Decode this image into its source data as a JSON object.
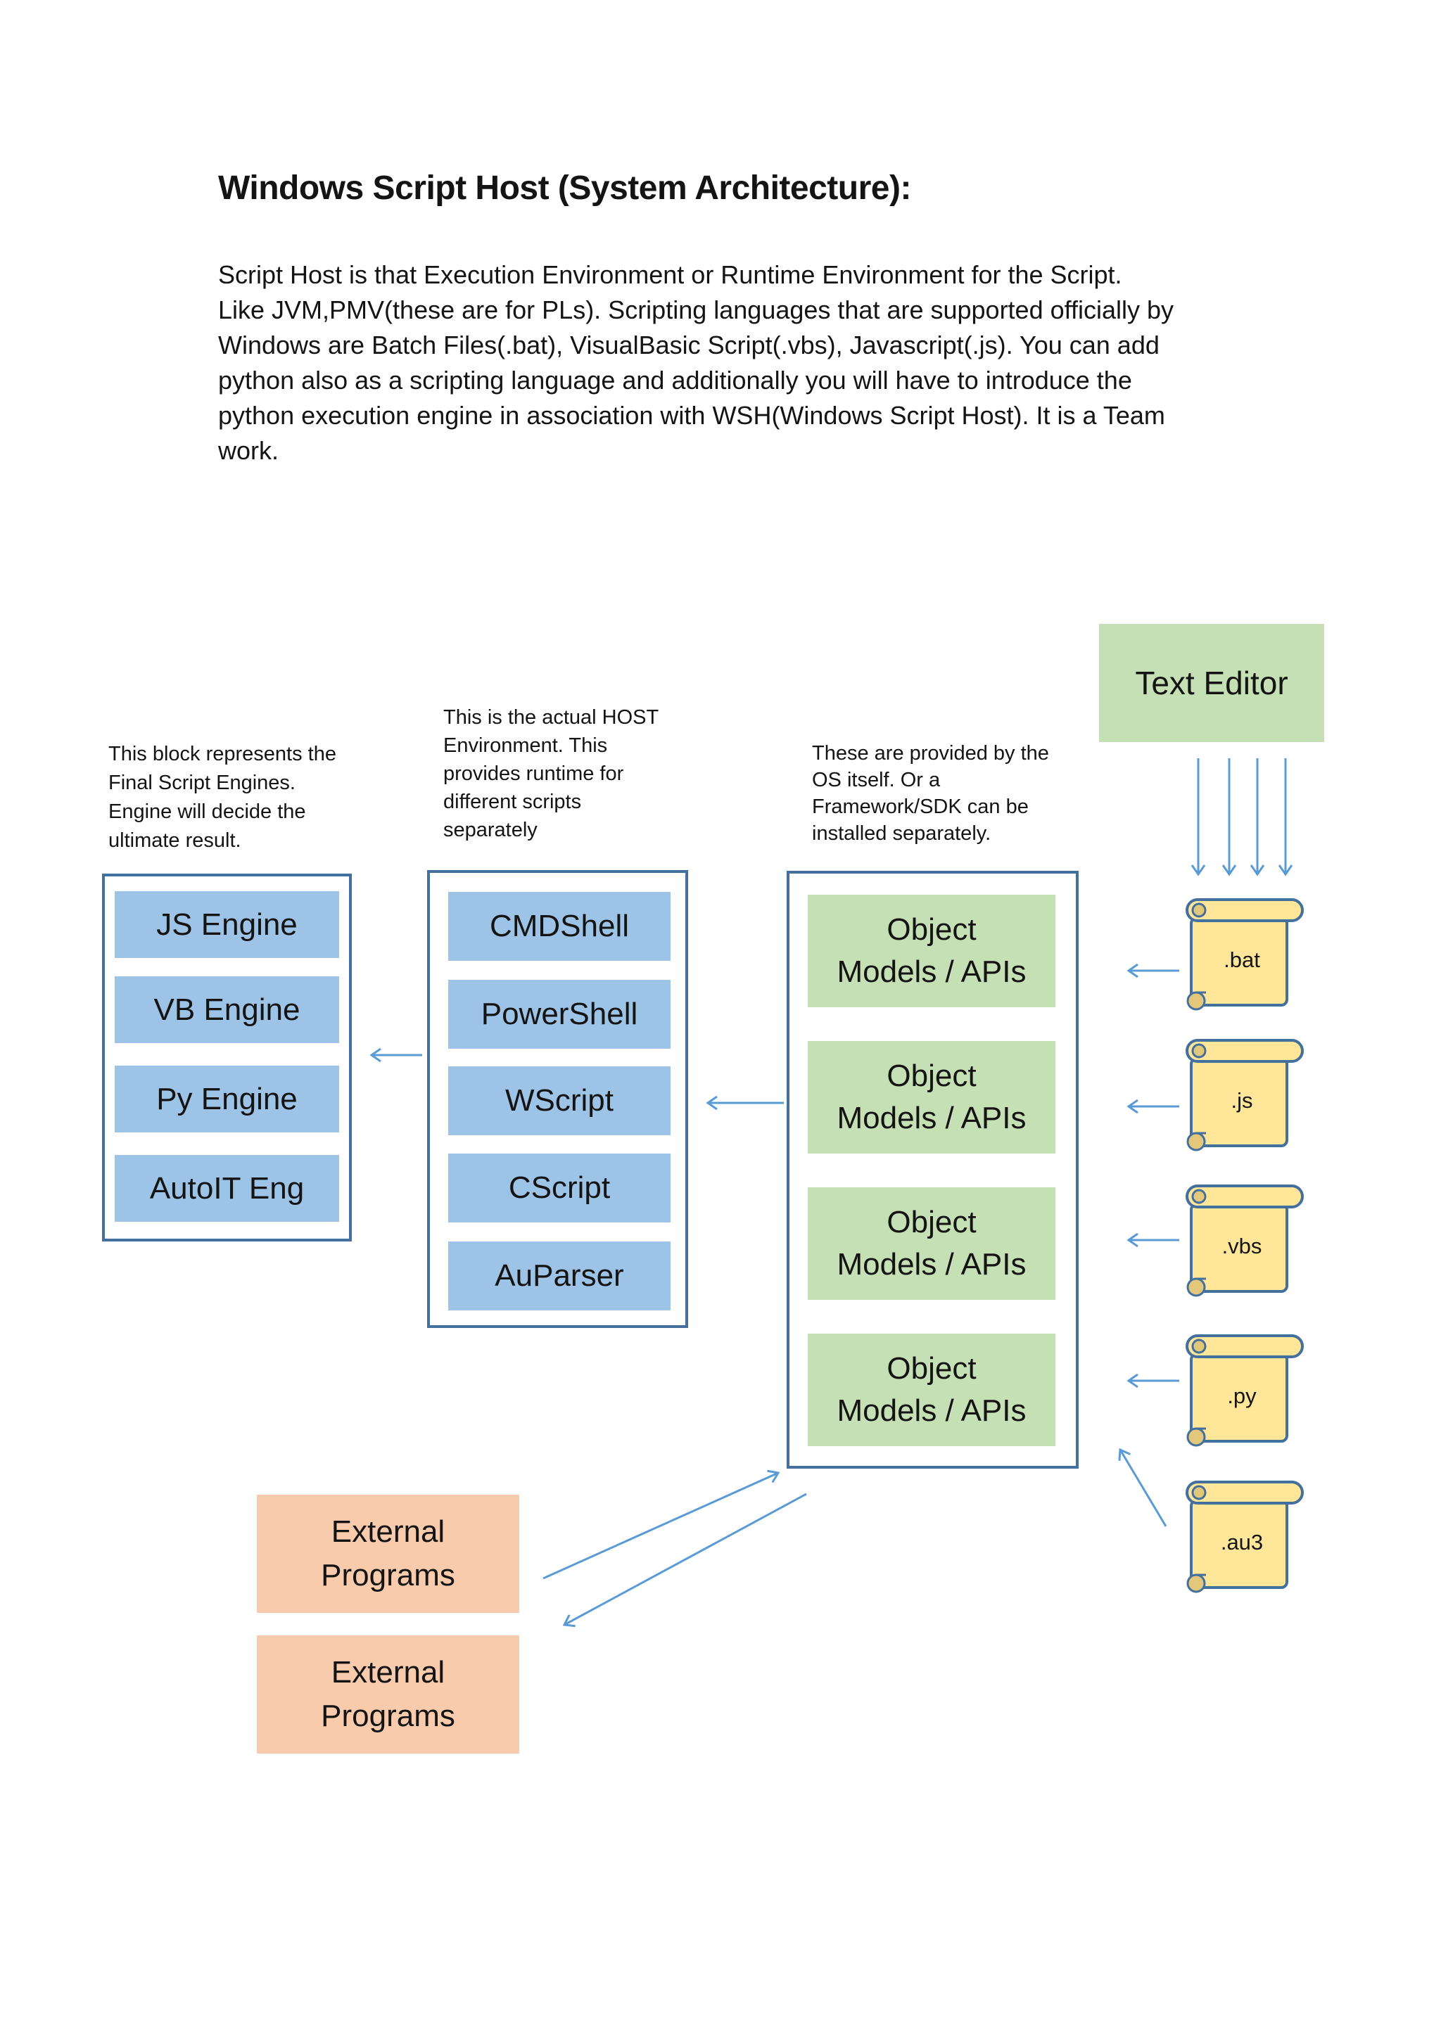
{
  "doc": {
    "title": "Windows Script Host (System Architecture):",
    "paragraph": "Script Host is that Execution Environment or Runtime Environment for the Script.\nLike JVM,PMV(these are for PLs). Scripting languages that are supported officially by\nWindows are Batch Files(.bat), VisualBasic Script(.vbs), Javascript(.js). You can add\npython also as a scripting language and additionally you will have to introduce the\npython execution engine in association with WSH(Windows Script Host). It is a Team\nwork."
  },
  "annotations": {
    "script_engines": "This block represents the\nFinal Script Engines.\nEngine will decide the\nultimate result.",
    "host_environment": "This is the actual HOST\nEnvironment. This\nprovides runtime for\ndifferent scripts\nseparately",
    "os_provided": "These are provided by the\nOS itself. Or a\nFramework/SDK can be\ninstalled separately."
  },
  "diagram": {
    "text_editor_label": "Text Editor",
    "script_engines": [
      "JS Engine",
      "VB Engine",
      "Py Engine",
      "AutoIT Eng"
    ],
    "host_shells": [
      "CMDShell",
      "PowerShell",
      "WScript",
      "CScript",
      "AuParser"
    ],
    "object_models": [
      "Object\nModels / APIs",
      "Object\nModels / APIs",
      "Object\nModels / APIs",
      "Object\nModels / APIs"
    ],
    "script_files": [
      ".bat",
      ".js",
      ".vbs",
      ".py",
      ".au3"
    ],
    "external_programs": [
      "External\nPrograms",
      "External\nPrograms"
    ],
    "colors": {
      "engine_box": "#9DC3E6",
      "api_box": "#C5E0B4",
      "external_box": "#F8CBAD",
      "scroll_fill": "#FFE699",
      "container_border": "#44709D",
      "arrow": "#5B9BD5"
    }
  }
}
